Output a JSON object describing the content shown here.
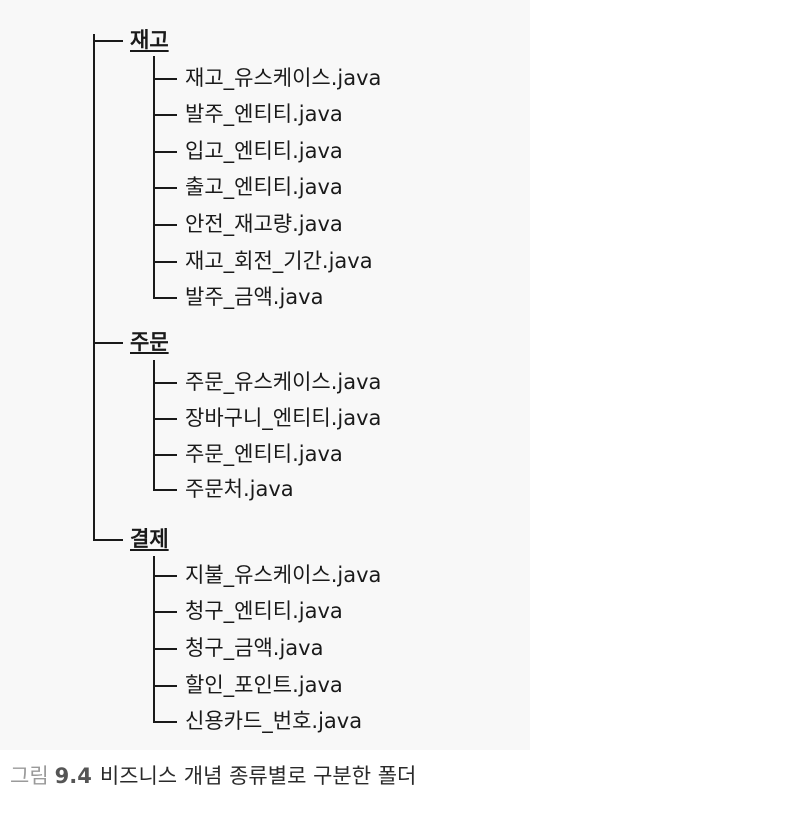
{
  "tree": [
    {
      "name": "재고",
      "files": [
        "재고_유스케이스.java",
        "발주_엔티티.java",
        "입고_엔티티.java",
        "출고_엔티티.java",
        "안전_재고량.java",
        "재고_회전_기간.java",
        "발주_금액.java"
      ]
    },
    {
      "name": "주문",
      "files": [
        "주문_유스케이스.java",
        "장바구니_엔티티.java",
        "주문_엔티티.java",
        "주문처.java"
      ]
    },
    {
      "name": "결제",
      "files": [
        "지불_유스케이스.java",
        "청구_엔티티.java",
        "청구_금액.java",
        "할인_포인트.java",
        "신용카드_번호.java"
      ]
    }
  ],
  "caption": {
    "label": "그림",
    "number": "9.4",
    "text": "비즈니스 개념 종류별로 구분한 폴더"
  }
}
